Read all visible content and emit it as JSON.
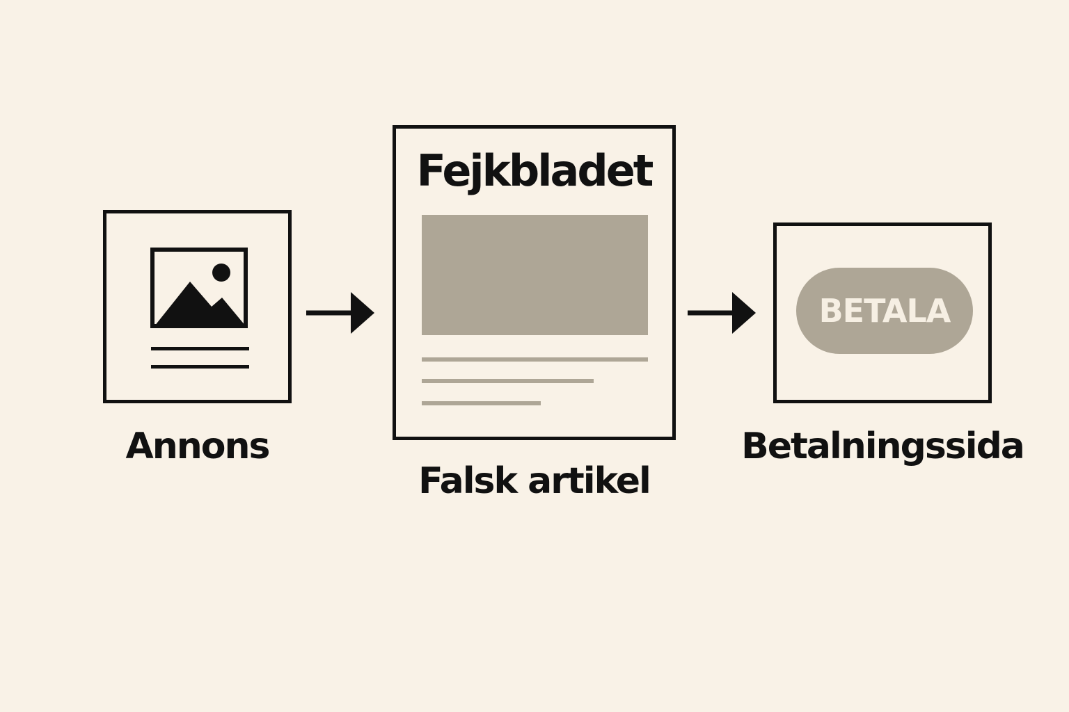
{
  "steps": [
    {
      "id": "ad",
      "label": "Annons",
      "icon": "image-icon"
    },
    {
      "id": "article",
      "label": "Falsk artikel",
      "masthead": "Fejkbladet"
    },
    {
      "id": "payment",
      "label": "Betalningssida",
      "button_label": "BETALA"
    }
  ],
  "colors": {
    "background": "#f9f2e7",
    "ink": "#111111",
    "placeholder_gray": "#aea696",
    "button_text": "#f6efe3"
  },
  "connectors": [
    "arrow-right-icon",
    "arrow-right-icon"
  ]
}
